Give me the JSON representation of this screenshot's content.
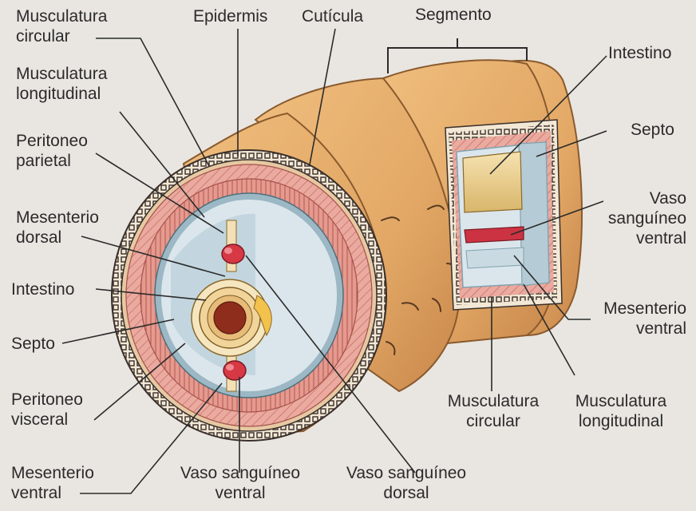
{
  "labels": {
    "musc_circular_left": [
      "Musculatura",
      "circular"
    ],
    "epidermis": "Epidermis",
    "cuticula": "Cutícula",
    "segmento": "Segmento",
    "musc_longitudinal_left": [
      "Musculatura",
      "longitudinal"
    ],
    "intestino_right": "Intestino",
    "peritoneo_parietal": [
      "Peritoneo",
      "parietal"
    ],
    "septo_right": "Septo",
    "vaso_ventral_right": [
      "Vaso",
      "sanguíneo",
      "ventral"
    ],
    "mesenterio_dorsal": [
      "Mesenterio",
      "dorsal"
    ],
    "intestino_left": "Intestino",
    "mesenterio_ventral_right": [
      "Mesenterio",
      "ventral"
    ],
    "septo_left": "Septo",
    "peritoneo_visceral": [
      "Peritoneo",
      "visceral"
    ],
    "musc_circular_bottom": [
      "Musculatura",
      "circular"
    ],
    "musc_longitudinal_bottom": [
      "Musculatura",
      "longitudinal"
    ],
    "mesenterio_ventral_left": [
      "Mesenterio",
      "ventral"
    ],
    "vaso_ventral_bottom": [
      "Vaso sanguíneo",
      "ventral"
    ],
    "vaso_dorsal_bottom": [
      "Vaso sanguíneo",
      "dorsal"
    ]
  },
  "colors": {
    "background": "#e9e6e1",
    "body_wall": "#e2a765",
    "body_wall_shadow": "#c7864a",
    "muscle": "#e9a49a",
    "muscle_stripes": "#b85a52",
    "coelom": "#dbe6ec",
    "peritoneum": "#9bb8c4",
    "intestine": "#f3d9a0",
    "intestine_lumen": "#8e2d1c",
    "blood_vessel": "#cc3342",
    "leader_line": "#2b2b2b"
  }
}
